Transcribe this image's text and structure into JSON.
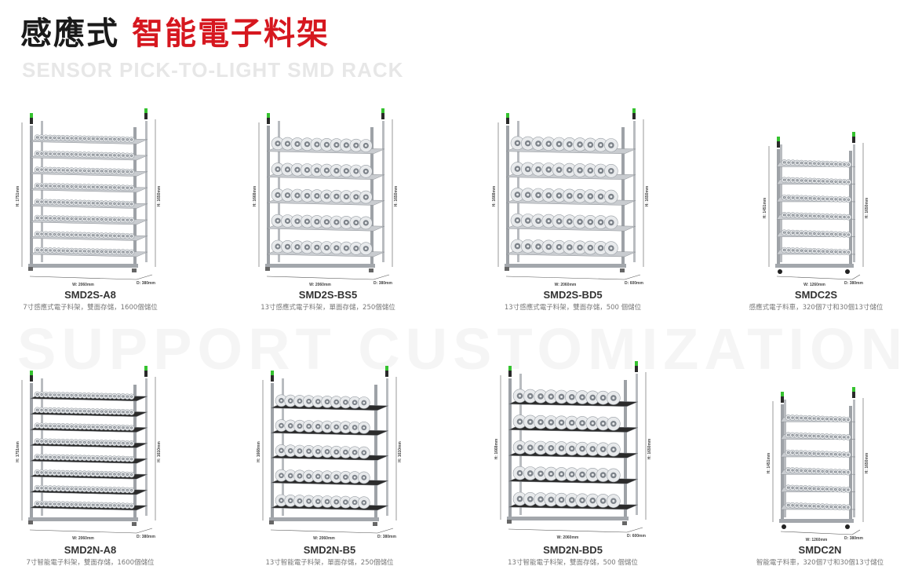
{
  "header": {
    "title_dark": "感應式",
    "title_red": "智能電子料架",
    "subtitle": "SENSOR PICK-TO-LIGHT SMD RACK",
    "watermark": "SUPPORT CUSTOMIZATION"
  },
  "colors": {
    "accent_red": "#d6171f",
    "title_dark": "#1a1a1a",
    "subtitle_gray": "#e7e7e7",
    "watermark_gray": "#f5f5f5",
    "signal_green": "#35c22f"
  },
  "products": [
    {
      "name": "SMD2S-A8",
      "desc": "7寸感應式電子料架，雙面存儲，1600個儲位",
      "dims": {
        "w": "W: 2060mm",
        "d": "D: 380mm",
        "h_left": "H: 1751mm",
        "h_right": "H: 1650mm"
      }
    },
    {
      "name": "SMD2S-BS5",
      "desc": "13寸感應式電子料架，單面存儲，250個儲位",
      "dims": {
        "w": "W: 2060mm",
        "d": "D: 380mm",
        "h_left": "H: 1668mm",
        "h_right": "H: 1650mm"
      }
    },
    {
      "name": "SMD2S-BD5",
      "desc": "13寸感應式電子料架，雙面存儲，500 個儲位",
      "dims": {
        "w": "W: 2060mm",
        "d": "D: 600mm",
        "h_left": "H: 1668mm",
        "h_right": "H: 1650mm"
      }
    },
    {
      "name": "SMDC2S",
      "desc": "感應式電子料車，320個7寸和30個13寸儲位",
      "dims": {
        "w": "W: 1260mm",
        "d": "D: 380mm",
        "h_left": "H: 1451mm",
        "h_right": "H: 1650mm"
      }
    },
    {
      "name": "SMD2N-A8",
      "desc": "7寸智能電子料架，雙面存儲，1600個儲位",
      "dims": {
        "w": "W: 2060mm",
        "d": "D: 380mm",
        "h_left": "H: 1751mm",
        "h_right": "H: 1610mm"
      }
    },
    {
      "name": "SMD2N-B5",
      "desc": "13寸智能電子料架，單面存儲，250個儲位",
      "dims": {
        "w": "W: 2060mm",
        "d": "D: 380mm",
        "h_left": "H: 1668mm",
        "h_right": "H: 1610mm"
      }
    },
    {
      "name": "SMD2N-BD5",
      "desc": "13寸智能電子料架，雙面存儲，500 個儲位",
      "dims": {
        "w": "W: 2060mm",
        "d": "D: 600mm",
        "h_left": "H: 1668mm",
        "h_right": "H: 1650mm"
      }
    },
    {
      "name": "SMDC2N",
      "desc": "智能電子料車，320個7寸和30個13寸儲位",
      "dims": {
        "w": "W: 1260mm",
        "d": "D: 380mm",
        "h_left": "H: 1451mm",
        "h_right": "H: 1650mm"
      }
    }
  ]
}
